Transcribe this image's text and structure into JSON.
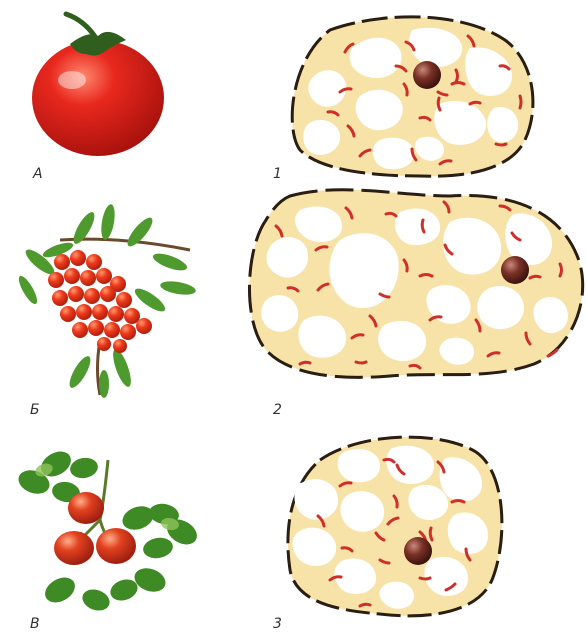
{
  "labels": {
    "fruit_a": "А",
    "fruit_b": "Б",
    "fruit_c": "В",
    "cell_1": "1",
    "cell_2": "2",
    "cell_3": "3"
  },
  "colors": {
    "tomato": "#d81f1a",
    "rowan_berry": "#e83a1e",
    "rosehip": "#d9331c",
    "leaf": "#3f8f2a",
    "leaf_light": "#6fb63a",
    "cytoplasm": "#f7e2a8",
    "chromoplast": "#cf2e2a",
    "nucleus": "#6b2a22",
    "membrane": "#2a1d12"
  },
  "icons": {
    "fruit_a": "tomato-icon",
    "fruit_b": "rowan-berries-icon",
    "fruit_c": "rosehip-icon",
    "organelle": "nucleus-icon"
  }
}
